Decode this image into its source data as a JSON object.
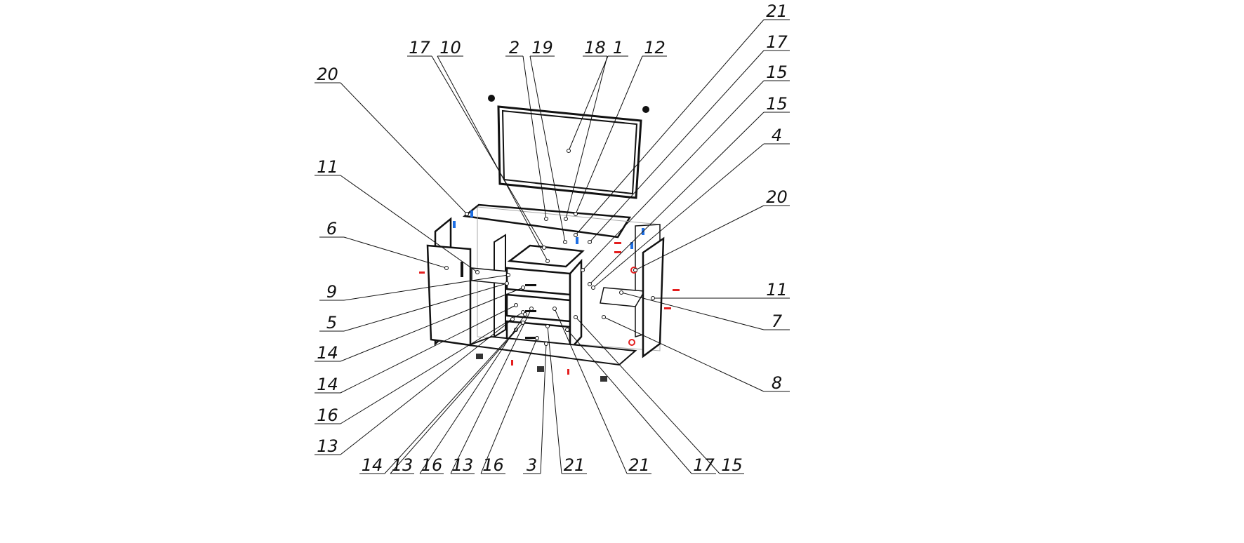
{
  "diagram": {
    "type": "exploded-assembly",
    "callouts": {
      "left": [
        "20",
        "11",
        "6",
        "9",
        "5",
        "14",
        "14",
        "16",
        "13"
      ],
      "top": [
        "17",
        "10",
        "2",
        "19",
        "18",
        "1",
        "12"
      ],
      "right": [
        "21",
        "17",
        "15",
        "15",
        "4",
        "20",
        "11",
        "7",
        "8"
      ],
      "bottom": [
        "14",
        "13",
        "16",
        "13",
        "16",
        "3",
        "21",
        "21",
        "17",
        "15"
      ]
    },
    "colors": {
      "line": "#111111",
      "hidden": "#aaaaaa",
      "fastener_red": "#e41e1e",
      "fastener_blue": "#1e6fe4"
    }
  }
}
